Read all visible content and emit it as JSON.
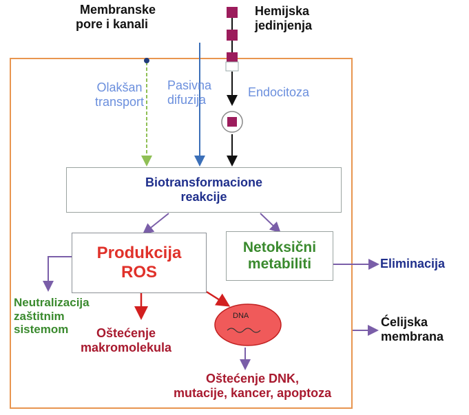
{
  "labels": {
    "membrane_pores": [
      "Membranske",
      "pore i kanali"
    ],
    "chemical_compounds": [
      "Hemijska",
      "jedinjenja"
    ],
    "facilitated_transport": [
      "Olakšan",
      "transport"
    ],
    "passive_diffusion": [
      "Pasivna",
      "difuzija"
    ],
    "endocytosis": "Endocitoza",
    "biotransformation": [
      "Biotransformacione",
      "reakcije"
    ],
    "ros_production": [
      "Produkcija",
      "ROS"
    ],
    "nontoxic_metabolites": [
      "Netoksični",
      "metabiliti"
    ],
    "elimination": "Eliminacija",
    "neutralization": [
      "Neutralizacija",
      "zaštitnim",
      "sistemom"
    ],
    "macromolecule_damage": [
      "Oštećenje",
      "makromolekula"
    ],
    "dna_label": "DNA",
    "dna_damage": [
      "Oštećenje DNK,",
      "mutacije, kancer, apoptoza"
    ],
    "cell_membrane": [
      "Ćelijska",
      "membrana"
    ]
  },
  "colors": {
    "membrane": "#e8954f",
    "dark_blue": "#1f2f8c",
    "light_blue": "#6b8fdd",
    "green_text": "#3a8a2e",
    "red": "#e0312a",
    "dark_red": "#a8192e",
    "purple_arrow": "#7a5ea8",
    "compound": "#9c1c5c"
  }
}
